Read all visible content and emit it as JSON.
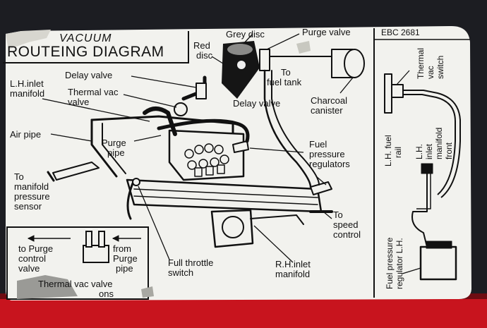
{
  "title": {
    "line1": "VACUUM",
    "line2": "ROUTEING DIAGRAM"
  },
  "code": "EBC 2681",
  "labels": {
    "red_disc_1": "Red",
    "red_disc_2": "disc",
    "grey_disc": "Grey disc",
    "purge_valve": "Purge valve",
    "to_fuel_tank_1": "To",
    "to_fuel_tank_2": "fuel tank",
    "charcoal_1": "Charcoal",
    "charcoal_2": "canister",
    "delay_valve_top": "Delay valve",
    "delay_valve_mid": "Delay valve",
    "lh_inlet_1": "L.H.inlet",
    "lh_inlet_2": "manifold",
    "thermal_vac_1": "Thermal vac",
    "thermal_vac_2": "valve",
    "air_pipe": "Air pipe",
    "purge_pipe_1": "Purge",
    "purge_pipe_2": "pipe",
    "fuel_pr_1": "Fuel",
    "fuel_pr_2": "pressure",
    "fuel_pr_3": "regulators",
    "to_manifold_1": "To",
    "to_manifold_2": "manifold",
    "to_manifold_3": "pressure",
    "to_manifold_4": "sensor",
    "to_speed_1": "To",
    "to_speed_2": "speed",
    "to_speed_3": "control",
    "full_throttle_1": "Full throttle",
    "full_throttle_2": "switch",
    "rh_inlet_1": "R.H.inlet",
    "rh_inlet_2": "manifold",
    "to_purge_1": "to Purge",
    "to_purge_2": "control",
    "to_purge_3": "valve",
    "from_purge_1": "from",
    "from_purge_2": "Purge",
    "from_purge_3": "pipe",
    "thermal_bottom_1": "Thermal vac valve",
    "thermal_bottom_2": "ons"
  },
  "right_panel": {
    "thermal_switch_1": "Thermal",
    "thermal_switch_2": "vac",
    "thermal_switch_3": "switch",
    "lh_fuel_rail_1": "L.H. fuel",
    "lh_fuel_rail_2": "rail",
    "lh_inlet_front_1": "L.H.",
    "lh_inlet_front_2": "inlet",
    "lh_inlet_front_3": "manifold",
    "lh_inlet_front_4": "front",
    "fuel_reg_1": "Fuel pressure",
    "fuel_reg_2": "regulator L.H."
  },
  "colors": {
    "label_bg": "#f2f2ee",
    "ink": "#111111",
    "frame_red": "#c8141e",
    "dark_bg": "#1c1d22"
  }
}
